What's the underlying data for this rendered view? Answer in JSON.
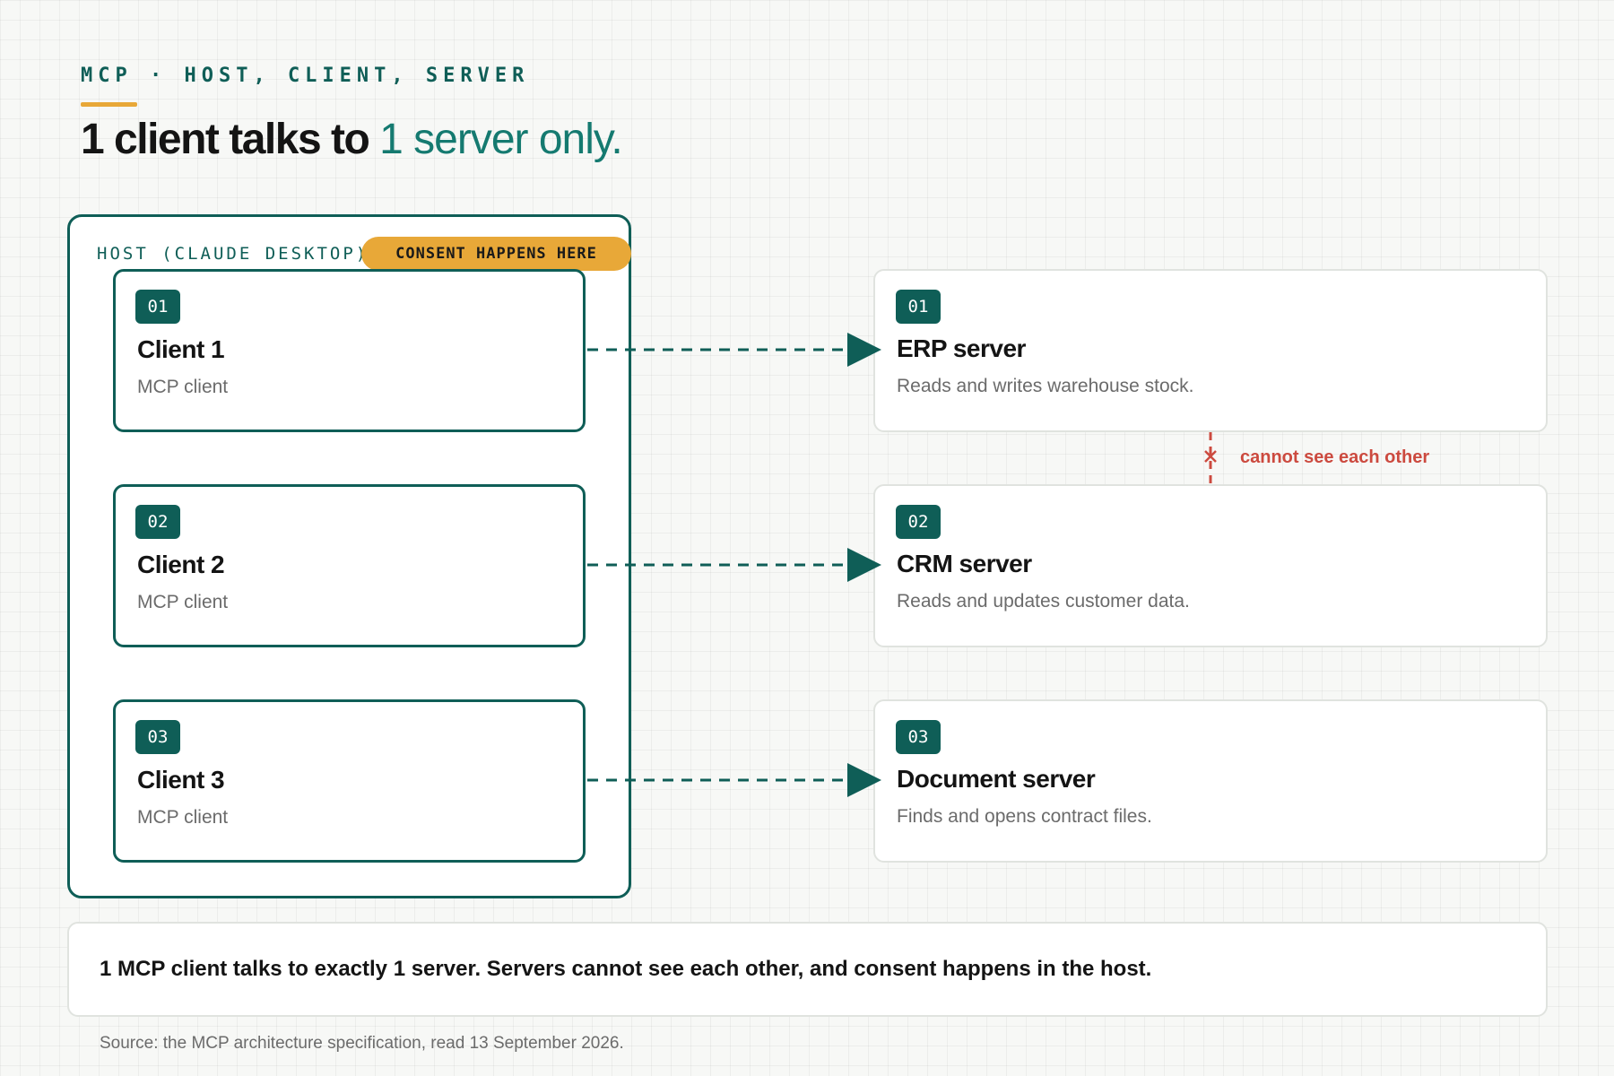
{
  "header": {
    "eyebrow": "MCP · HOST, CLIENT, SERVER",
    "headline_part1": "1 client talks to",
    "headline_part2": "1 server only."
  },
  "host": {
    "label": "HOST (CLAUDE DESKTOP)",
    "consent_badge": "CONSENT HAPPENS HERE"
  },
  "clients": [
    {
      "number": "01",
      "title": "Client 1",
      "subtitle": "MCP client"
    },
    {
      "number": "02",
      "title": "Client 2",
      "subtitle": "MCP client"
    },
    {
      "number": "03",
      "title": "Client 3",
      "subtitle": "MCP client"
    }
  ],
  "servers": [
    {
      "number": "01",
      "title": "ERP server",
      "subtitle": "Reads and writes warehouse stock."
    },
    {
      "number": "02",
      "title": "CRM server",
      "subtitle": "Reads and updates customer data."
    },
    {
      "number": "03",
      "title": "Document server",
      "subtitle": "Finds and opens contract files."
    }
  ],
  "isolation_note": "cannot see each other",
  "summary": "1 MCP client talks to exactly 1 server. Servers cannot see each other, and consent happens in the host.",
  "source": "Source: the MCP architecture specification, read 13 September 2026.",
  "colors": {
    "teal": "#0f5e57",
    "accent_teal": "#157a70",
    "amber": "#e8a838",
    "warning_red": "#cc4a3f"
  }
}
